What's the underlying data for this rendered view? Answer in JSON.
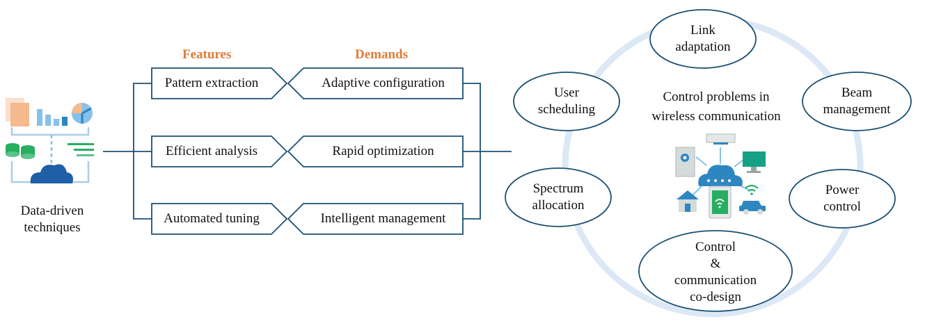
{
  "source": {
    "label_line1": "Data-driven",
    "label_line2": "techniques",
    "icons": [
      "document-icon",
      "bar-chart-icon",
      "pie-chart-icon",
      "database-icon",
      "list-lines-icon",
      "cloud-icon"
    ]
  },
  "headers": {
    "features": "Features",
    "demands": "Demands"
  },
  "rows": [
    {
      "feature": "Pattern extraction",
      "demand": "Adaptive configuration"
    },
    {
      "feature": "Efficient analysis",
      "demand": "Rapid optimization"
    },
    {
      "feature": "Automated tuning",
      "demand": "Intelligent management"
    }
  ],
  "center": {
    "line1": "Control problems in",
    "line2": "wireless communication",
    "icons": [
      "cloud-network-icon",
      "server-icon",
      "router-icon",
      "monitor-icon",
      "house-icon",
      "smartphone-icon",
      "wifi-icon",
      "car-icon"
    ]
  },
  "problems": [
    {
      "lines": [
        "Link",
        "adaptation"
      ]
    },
    {
      "lines": [
        "Beam",
        "management"
      ]
    },
    {
      "lines": [
        "Power",
        "control"
      ]
    },
    {
      "lines": [
        "Control",
        "&",
        "communication",
        "co-design"
      ]
    },
    {
      "lines": [
        "Spectrum",
        "allocation"
      ]
    },
    {
      "lines": [
        "User",
        "scheduling"
      ]
    }
  ],
  "colors": {
    "line": "#1b4f72",
    "header": "#e07b39",
    "ring": "#dce8f5",
    "icon_blue": "#2e86c1",
    "icon_light": "#85c1e9",
    "icon_orange": "#f5b98e",
    "icon_green": "#27ae60"
  }
}
